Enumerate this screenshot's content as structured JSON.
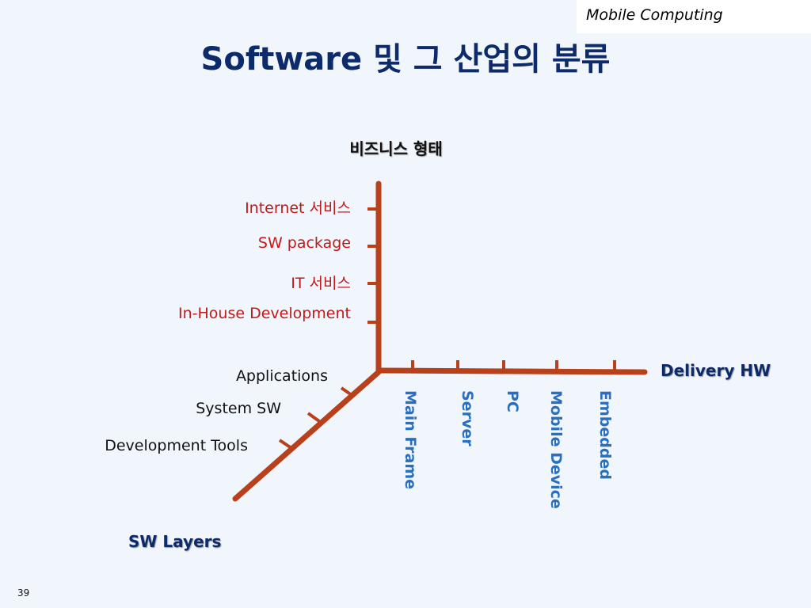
{
  "header": {
    "course": "Mobile Computing",
    "title": "Software 및 그 산업의 분류"
  },
  "axes": {
    "business": {
      "label": "비즈니스 형태",
      "items": [
        "Internet 서비스",
        "SW package",
        "IT 서비스",
        "In-House Development"
      ]
    },
    "delivery_hw": {
      "label": "Delivery HW",
      "items": [
        "Main Frame",
        "Server",
        "PC",
        "Mobile Device",
        "Embedded"
      ]
    },
    "sw_layers": {
      "label": "SW Layers",
      "items": [
        "Applications",
        "System SW",
        "Development Tools"
      ]
    }
  },
  "colors": {
    "axis_line": "#b8401a",
    "title": "#0d2a6a",
    "business_items": "#c01a1a",
    "hw_items": "#2a6fbf"
  },
  "footer": {
    "page_number": "39"
  }
}
